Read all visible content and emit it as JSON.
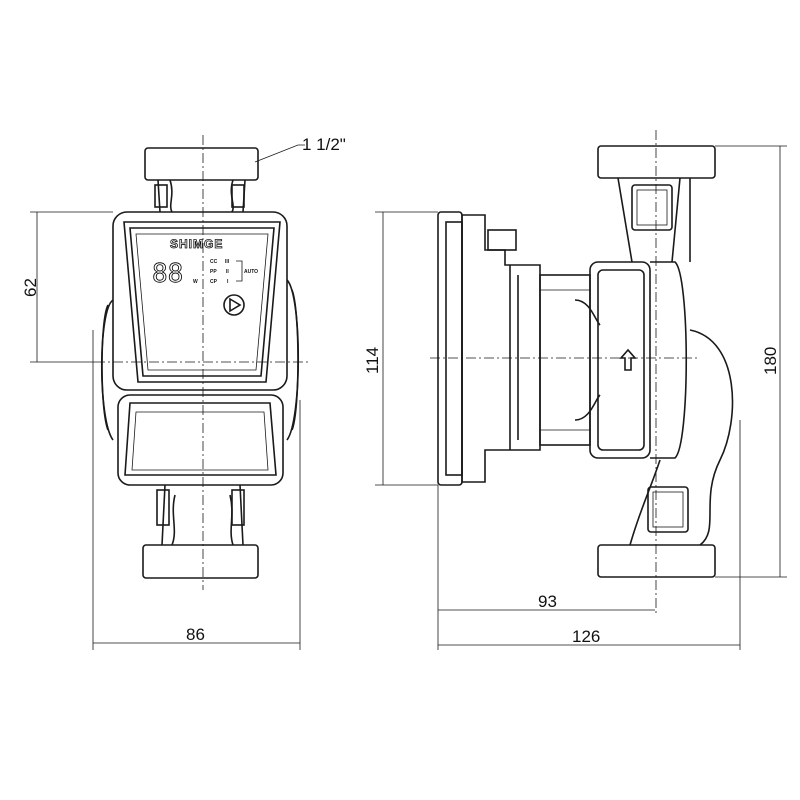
{
  "dimensions": {
    "connection": "1 1/2\"",
    "display_height": "62",
    "head_height": "114",
    "overall_height": "180",
    "pump_depth": "93",
    "overall_depth": "126",
    "width": "86"
  },
  "front_panel": {
    "brand": "SHIMGE",
    "digits": "88",
    "unit": "W",
    "mode_labels": [
      "CC",
      "PP",
      "CP"
    ],
    "level_labels": [
      "III",
      "II",
      "I"
    ],
    "auto_label": "AUTO"
  }
}
